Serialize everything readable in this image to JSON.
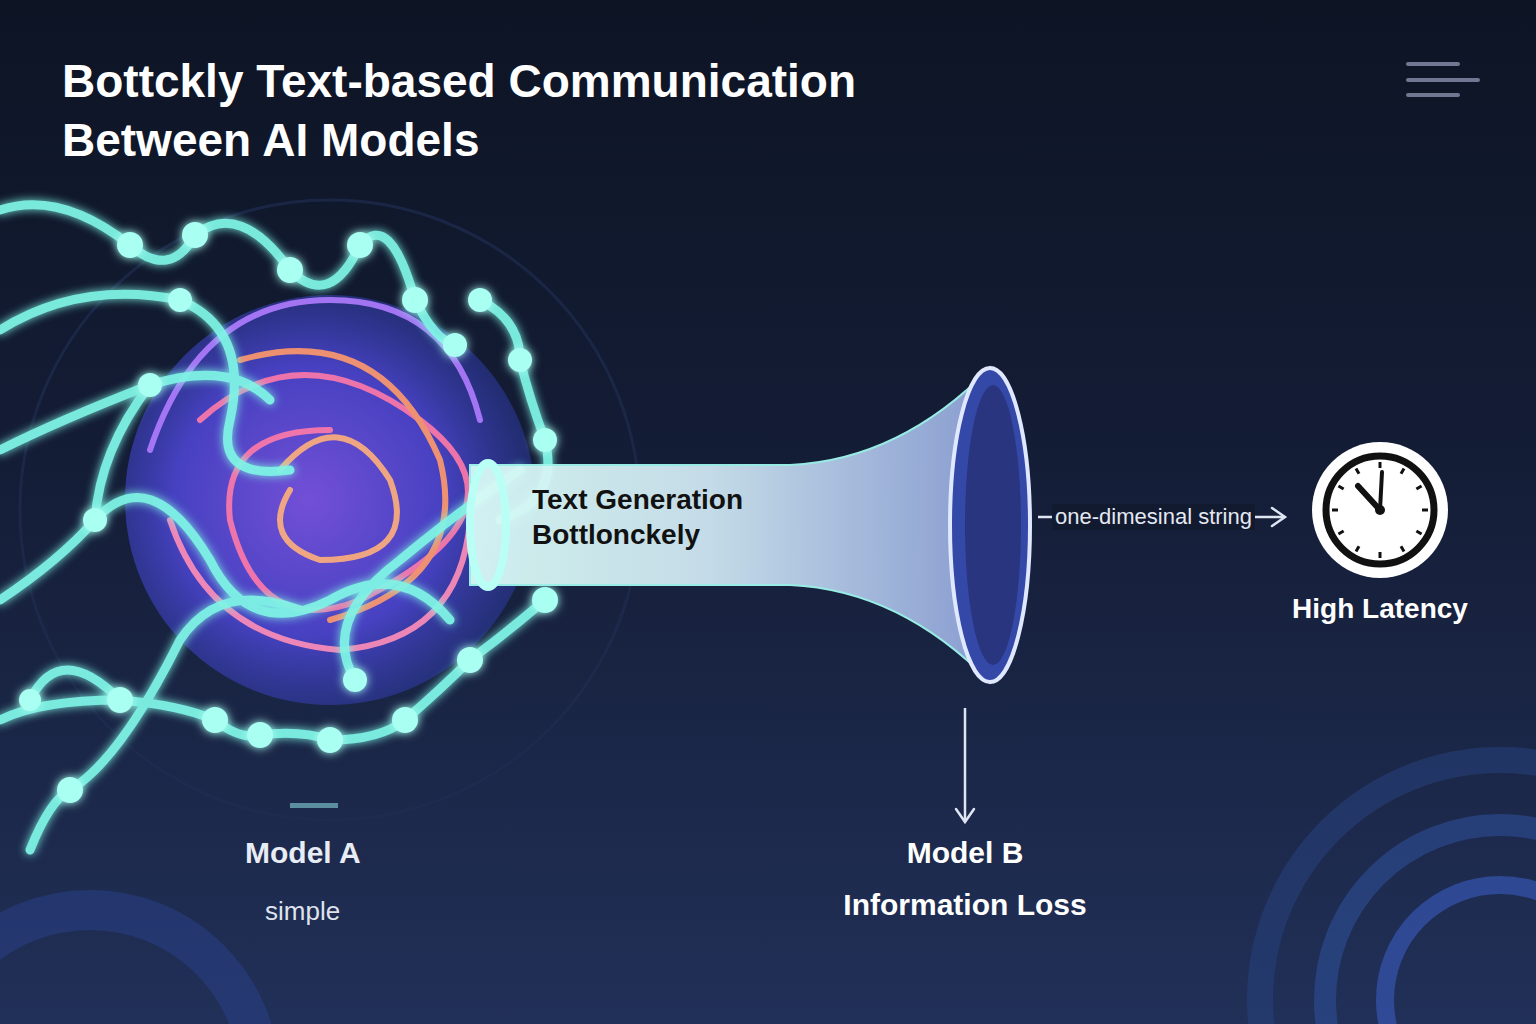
{
  "diagram": {
    "title": "Bottckly Text-based Communication Between AI Models",
    "nodes": [
      {
        "text": [
          "Text Generation Bottlonckely"
        ]
      },
      {
        "text": [
          "High Latency"
        ]
      },
      {
        "text": [
          "Model B",
          "Information Loss"
        ]
      }
    ],
    "edges": [
      {
        "from": 0,
        "to": 1,
        "label": "one-dimesinal string",
        "arrow": "to"
      },
      {
        "from": 0,
        "to": 2,
        "arrow": "to"
      }
    ],
    "labels": [
      "Model A",
      "simple"
    ]
  }
}
